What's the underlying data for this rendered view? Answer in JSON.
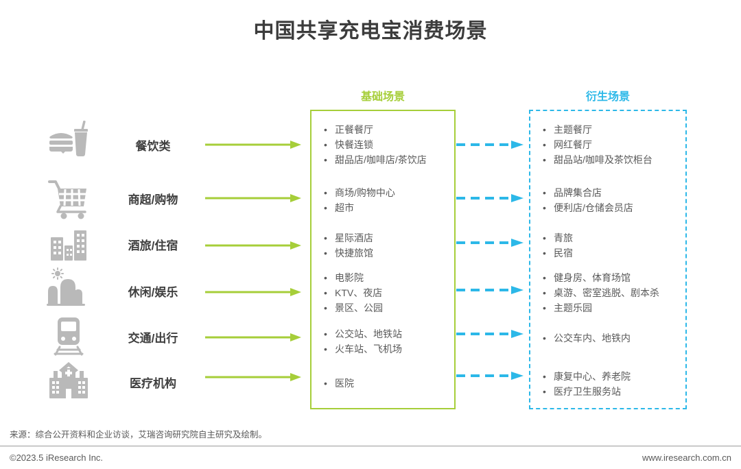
{
  "title": "中国共享充电宝消费场景",
  "colors": {
    "green": "#a6ce39",
    "cyan": "#2cb8e8",
    "icon_gray": "#b9b9b9",
    "title_gray": "#3c3c3c"
  },
  "columns": {
    "basic_header": "基础场景",
    "derived_header": "衍生场景"
  },
  "rows": [
    {
      "label": "餐饮类",
      "icon": "fastfood-icon",
      "basic": [
        "正餐餐厅",
        "快餐连锁",
        "甜品店/咖啡店/茶饮店"
      ],
      "derived": [
        "主题餐厅",
        "网红餐厅",
        "甜品站/咖啡及茶饮柜台"
      ]
    },
    {
      "label": "商超/购物",
      "icon": "shopping-cart-icon",
      "basic": [
        "商场/购物中心",
        "超市"
      ],
      "derived": [
        "品牌集合店",
        "便利店/仓储会员店"
      ]
    },
    {
      "label": "酒旅/住宿",
      "icon": "buildings-icon",
      "basic": [
        "星际酒店",
        "快捷旅馆"
      ],
      "derived": [
        "青旅",
        "民宿"
      ]
    },
    {
      "label": "休闲/娱乐",
      "icon": "scenery-icon",
      "basic": [
        "电影院",
        "KTV、夜店",
        "景区、公园"
      ],
      "derived": [
        "健身房、体育场馆",
        "桌游、密室逃脱、剧本杀",
        "主题乐园"
      ]
    },
    {
      "label": "交通/出行",
      "icon": "train-icon",
      "basic": [
        "公交站、地铁站",
        "火车站、飞机场"
      ],
      "derived": [
        "公交车内、地铁内"
      ]
    },
    {
      "label": "医疗机构",
      "icon": "hospital-icon",
      "basic": [
        "医院"
      ],
      "derived": [
        "康复中心、养老院",
        "医疗卫生服务站"
      ]
    }
  ],
  "footer": {
    "source": "来源：综合公开资料和企业访谈，艾瑞咨询研究院自主研究及绘制。",
    "copyright": "©2023.5 iResearch Inc.",
    "website": "www.iresearch.com.cn"
  }
}
